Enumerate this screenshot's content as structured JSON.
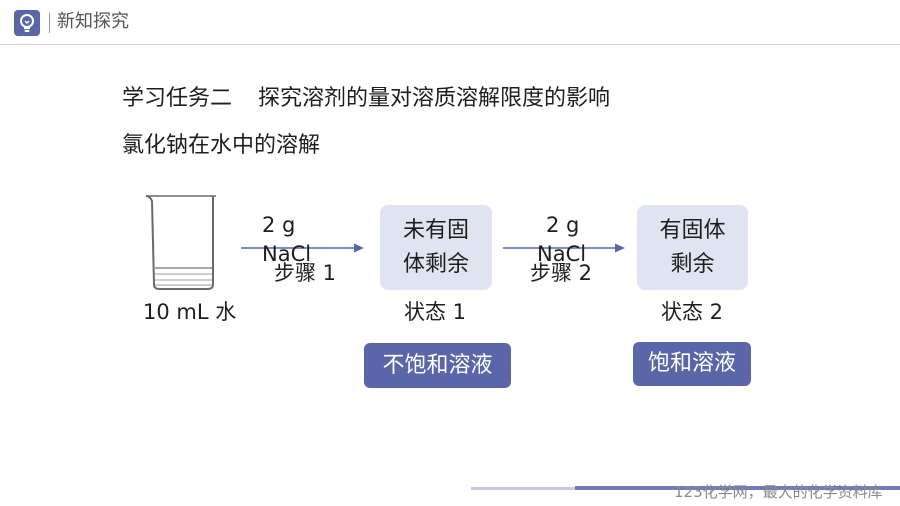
{
  "header": {
    "title": "新知探究",
    "icon": "lightbulb-icon",
    "accent_color": "#5a66a8"
  },
  "task": {
    "label": "学习任务二",
    "title": "探究溶剂的量对溶质溶解限度的影响"
  },
  "subtitle": "氯化钠在水中的溶解",
  "diagram": {
    "start": {
      "icon": "beaker-icon",
      "label": "10 mL 水"
    },
    "steps": [
      {
        "amount": "2 g",
        "reagent": "NaCl",
        "label": "步骤 1"
      },
      {
        "amount": "2 g",
        "reagent": "NaCl",
        "label": "步骤 2"
      }
    ],
    "states": [
      {
        "observation_lines": [
          "未有固",
          "体剩余"
        ],
        "label": "状态 1",
        "conclusion": "不饱和溶液"
      },
      {
        "observation_lines": [
          "有固体",
          "剩余"
        ],
        "label": "状态 2",
        "conclusion": "饱和溶液"
      }
    ],
    "colors": {
      "box_fill": "#e0e3f0",
      "conclusion_fill": "#5a66a8",
      "arrow": "#5a66a8"
    }
  },
  "footer": {
    "watermark": "123化学网，最大的化学资料库"
  }
}
